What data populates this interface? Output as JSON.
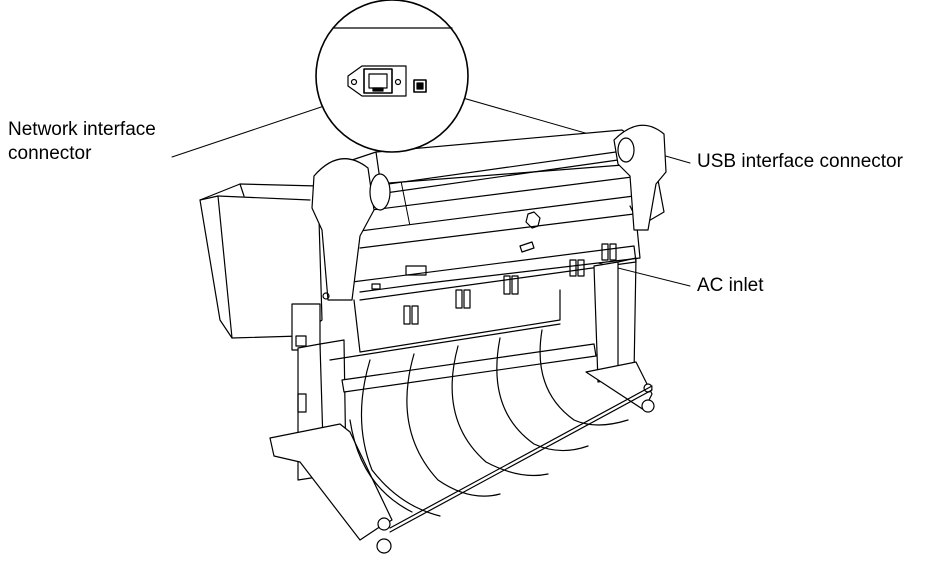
{
  "figure": {
    "subject": "printer-rear-view-illustration",
    "stroke_color": "#000000",
    "background_color": "#ffffff"
  },
  "callouts": {
    "network_line1": "Network interface",
    "network_line2": "connector",
    "usb": "USB interface connector",
    "ac": "AC inlet"
  }
}
